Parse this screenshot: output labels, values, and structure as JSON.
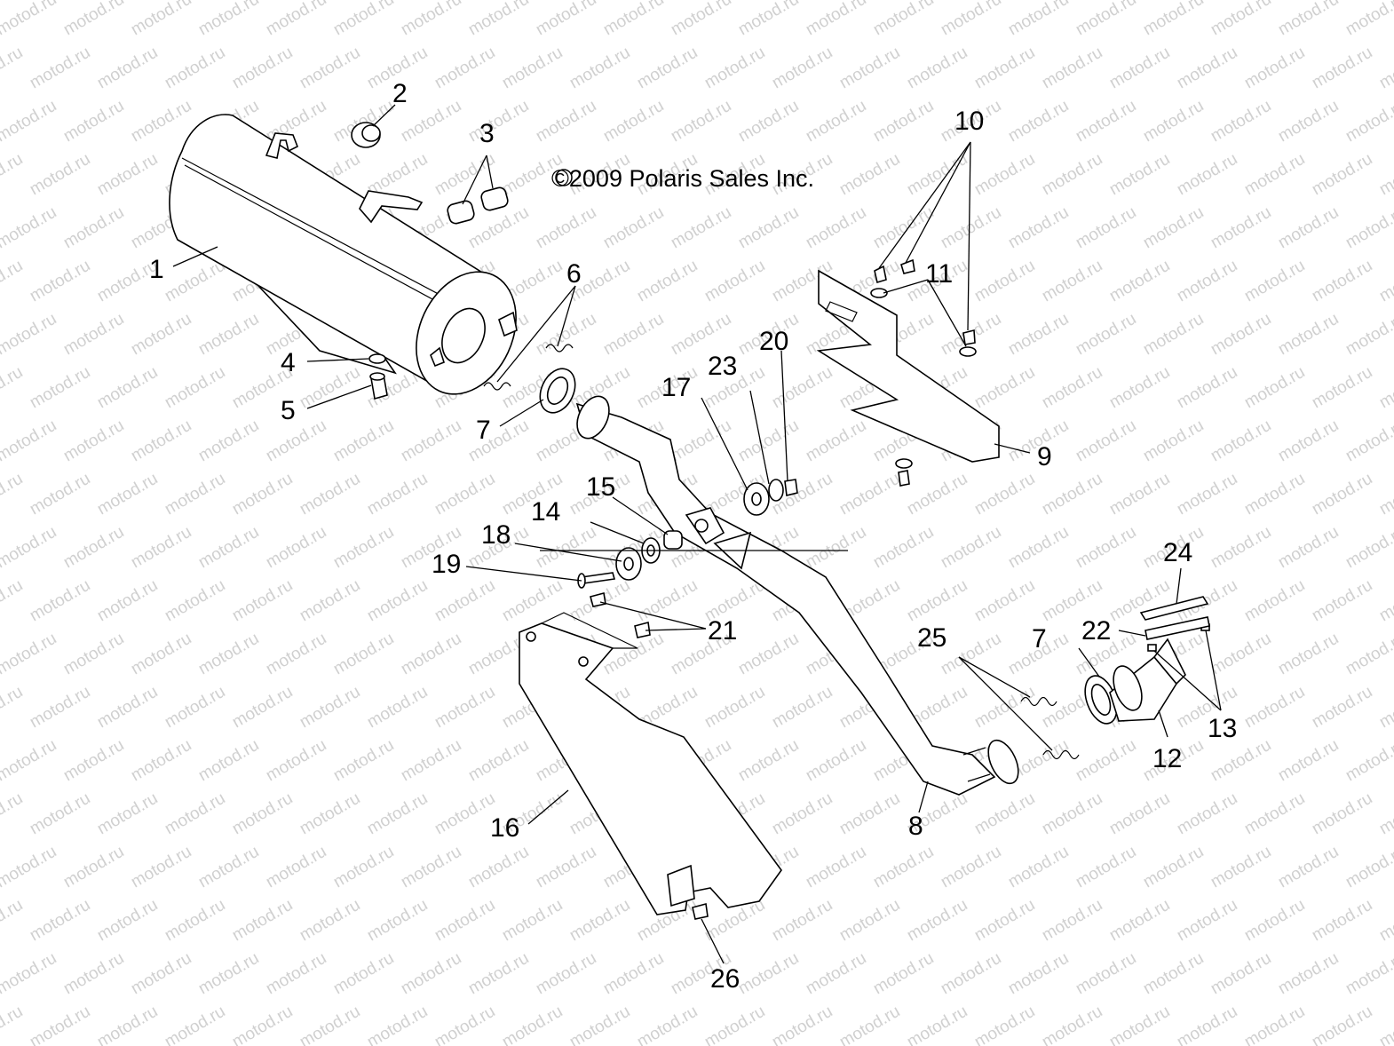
{
  "copyright": "©2009 Polaris Sales Inc.",
  "watermark": "motod.ru",
  "callouts": {
    "c1": "1",
    "c2": "2",
    "c3": "3",
    "c4": "4",
    "c5": "5",
    "c6": "6",
    "c7a": "7",
    "c7b": "7",
    "c8": "8",
    "c9": "9",
    "c10": "10",
    "c11": "11",
    "c12": "12",
    "c13": "13",
    "c14": "14",
    "c15": "15",
    "c16": "16",
    "c17": "17",
    "c18": "18",
    "c19": "19",
    "c20": "20",
    "c21": "21",
    "c22": "22",
    "c23": "23",
    "c24": "24",
    "c25": "25",
    "c26": "26"
  }
}
